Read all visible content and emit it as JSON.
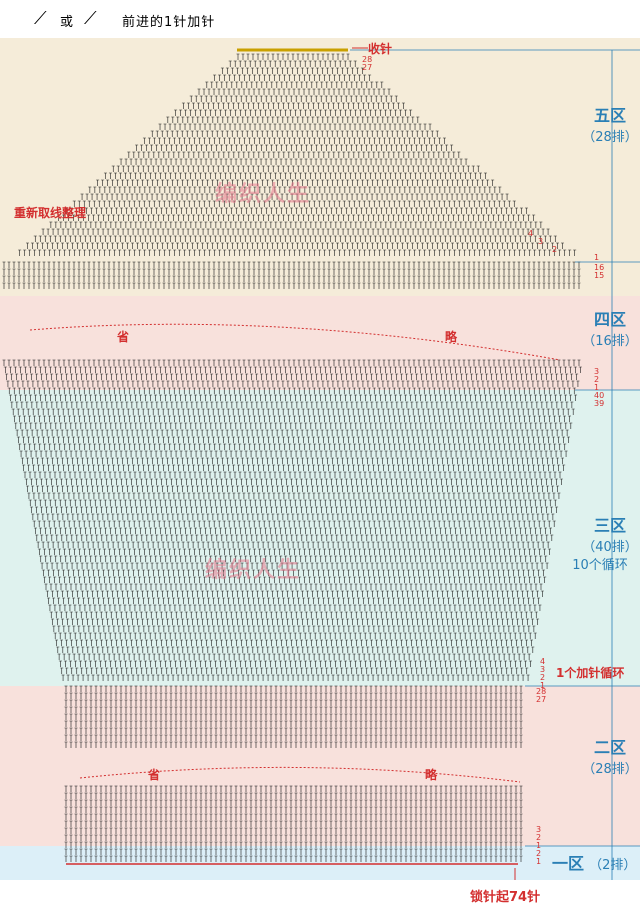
{
  "header": {
    "symbol_a": "⟋",
    "symbol_or": "或",
    "symbol_b": "⟋",
    "caption": "前进的1针加针"
  },
  "labels": {
    "decrease": "收针",
    "rejoin": "重新取线整理",
    "omit_left_top": "省",
    "omit_right_top": "略",
    "omit_left_bottom": "省",
    "omit_right_bottom": "略",
    "one_increase_cycle": "1个加针循环",
    "chain_start": "锁针起74针"
  },
  "zones": [
    {
      "name": "五区",
      "rows": "（28排）"
    },
    {
      "name": "四区",
      "rows": "（16排）"
    },
    {
      "name": "三区",
      "rows": "（40排）",
      "note": "10个循环"
    },
    {
      "name": "二区",
      "rows": "（28排）"
    },
    {
      "name": "一区",
      "rows": "（2排）"
    }
  ],
  "row_numbers": {
    "zone5_top": [
      "28",
      "27"
    ],
    "zone5_side": [
      "4",
      "3",
      "2",
      "1"
    ],
    "zone4": [
      "16",
      "15"
    ],
    "zone3_top": [
      "3",
      "2",
      "1"
    ],
    "zone3_mid": [
      "40",
      "39"
    ],
    "zone3_bottom": [
      "4",
      "3",
      "2",
      "1"
    ],
    "zone2": [
      "28",
      "27"
    ],
    "zone1": [
      "3",
      "2",
      "1",
      "2",
      "1"
    ]
  },
  "watermark": "编织人生",
  "colors": {
    "zone5_bg": "#f5ecd9",
    "zone4_bg": "#f8e1dc",
    "zone3_bg": "#dff2ee",
    "zone2_bg": "#f8e1dc",
    "zone1_bg": "#dceff8",
    "stitch": "#1a1a1a",
    "red": "#d32f2f",
    "blue": "#2a7fb5"
  }
}
